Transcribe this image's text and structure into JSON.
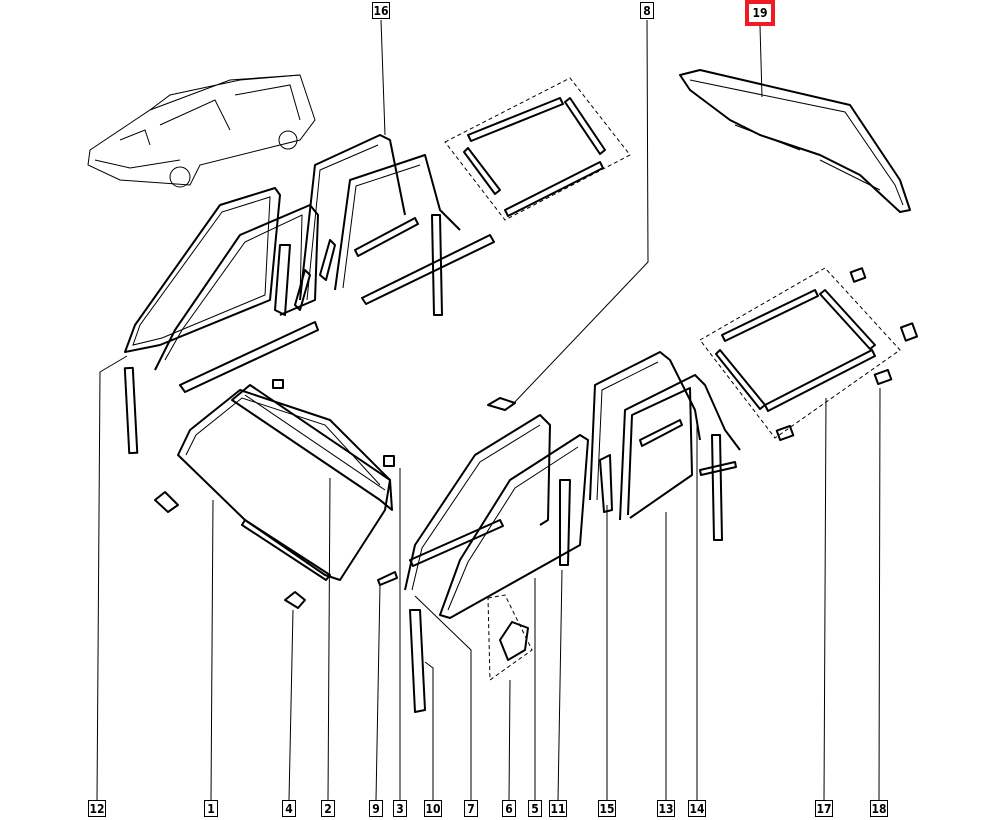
{
  "diagram": {
    "title_highlighted_ref": "19",
    "highlight_color": "#ee1c25",
    "top_labels": [
      {
        "id": "16"
      },
      {
        "id": "8"
      },
      {
        "id": "19"
      }
    ],
    "bottom_labels": [
      {
        "id": "12"
      },
      {
        "id": "1"
      },
      {
        "id": "4"
      },
      {
        "id": "2"
      },
      {
        "id": "9"
      },
      {
        "id": "3"
      },
      {
        "id": "10"
      },
      {
        "id": "7"
      },
      {
        "id": "6"
      },
      {
        "id": "5"
      },
      {
        "id": "11"
      },
      {
        "id": "15"
      },
      {
        "id": "13"
      },
      {
        "id": "14"
      },
      {
        "id": "17"
      },
      {
        "id": "18"
      }
    ]
  }
}
